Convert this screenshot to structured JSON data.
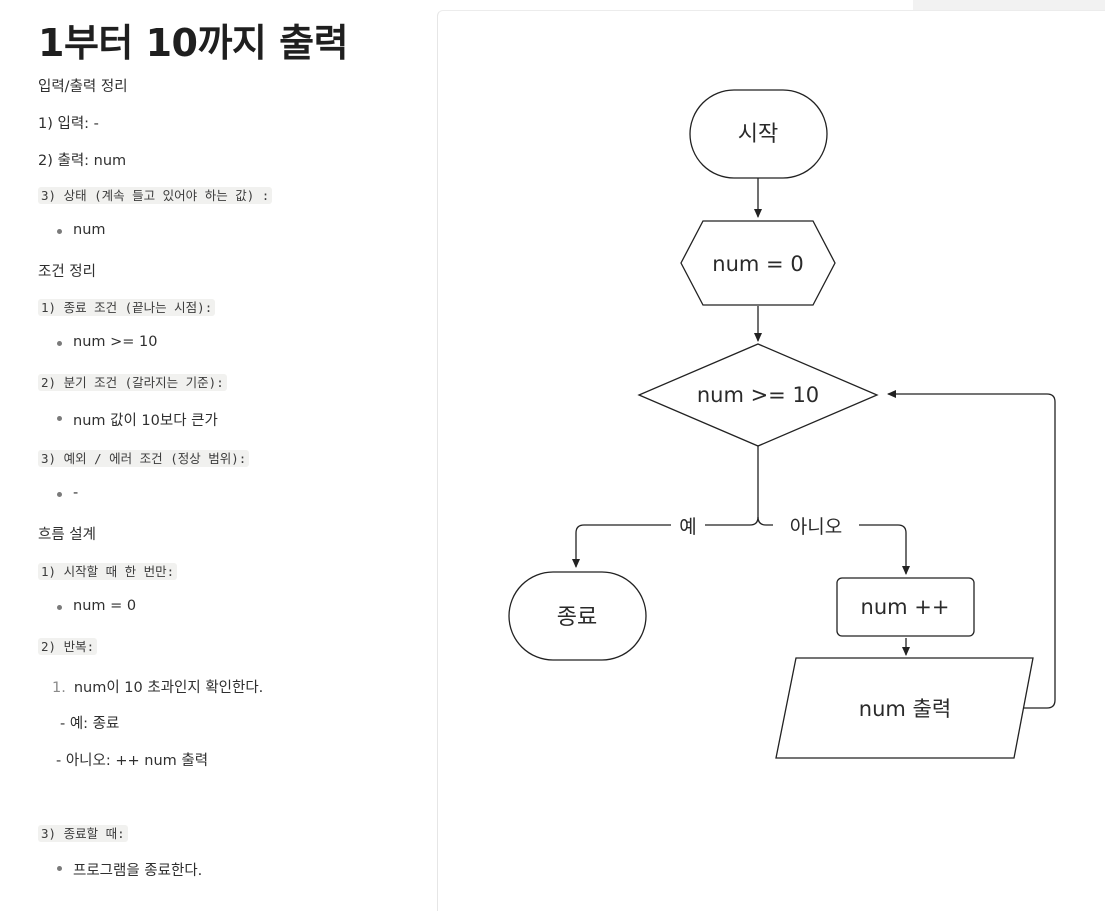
{
  "title": "1부터 10까지 출력",
  "notes": {
    "io_heading": "입력/출력 정리",
    "input": "1) 입력: -",
    "output": "2) 출력: num",
    "state_label": "3) 상태 (계속 들고 있어야 하는 값) :",
    "state_item": "num",
    "cond_heading": "조건 정리",
    "end_cond_label": "1) 종료 조건 (끝나는 시점):",
    "end_cond_item": "num >= 10",
    "branch_cond_label": "2) 분기 조건 (갈라지는 기준):",
    "branch_cond_item": "num 값이 10보다 큰가",
    "except_cond_label": "3) 예외 / 에러 조건 (정상 범위):",
    "except_cond_item": "-",
    "flow_heading": "흐름 설계",
    "start_once_label": "1) 시작할 때 한 번만:",
    "start_once_item": "num = 0",
    "loop_label": "2) 반복:",
    "loop_item_num": "1.",
    "loop_item": "num이 10 초과인지 확인한다.",
    "loop_yes": "- 예: 종료",
    "loop_no": "- 아니오:  ++ num 출력",
    "end_label": "3) 종료할 때:",
    "end_item": "프로그램을 종료한다."
  },
  "flowchart": {
    "start": "시작",
    "init": "num = 0",
    "decision": "num >= 10",
    "yes_label": "예",
    "no_label": "아니오",
    "end": "종료",
    "increment": "num ++",
    "output": "num 출력",
    "colors": {
      "stroke": "#222222",
      "fill": "#ffffff",
      "text": "#2a2a2a"
    }
  }
}
